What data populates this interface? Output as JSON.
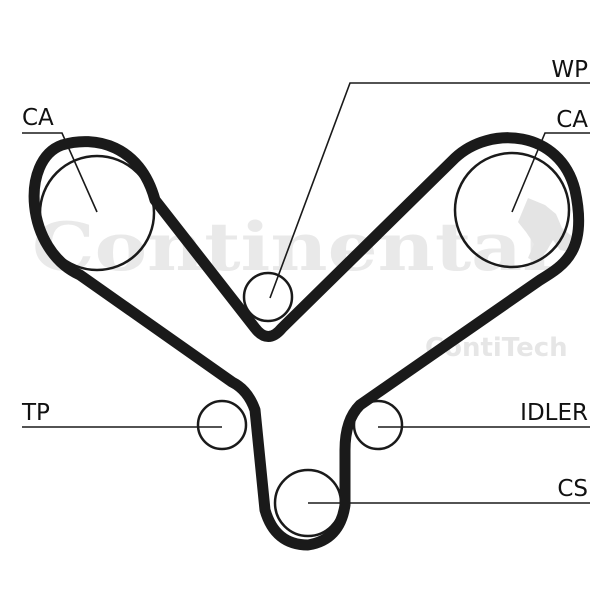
{
  "watermark": {
    "brand": "Continental",
    "sub": "ContiTech"
  },
  "labels": {
    "wp": "WP",
    "ca_left": "CA",
    "ca_right": "CA",
    "tp": "TP",
    "idler": "IDLER",
    "cs": "CS"
  },
  "colors": {
    "belt": "#1a1a1a",
    "line": "#1a1a1a",
    "watermark": "#e9e9e9"
  }
}
